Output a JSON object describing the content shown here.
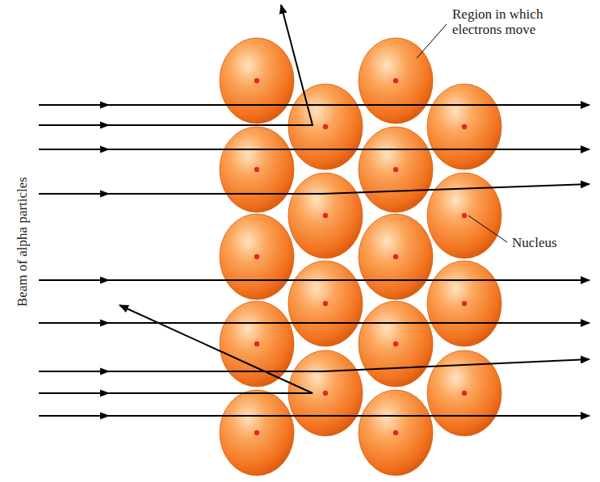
{
  "diagram": {
    "labels": [
      "Region in which electrons move",
      "Nucleus",
      "Beam of alpha particles"
    ]
  }
}
